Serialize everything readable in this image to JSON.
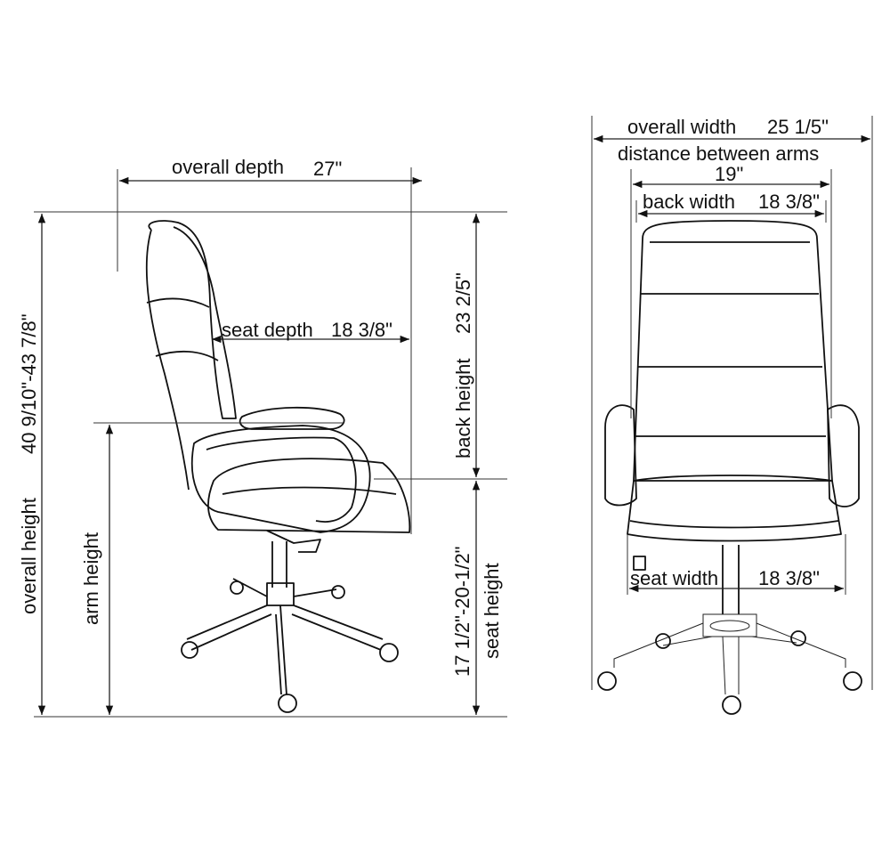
{
  "side_view": {
    "overall_depth": {
      "label": "overall depth",
      "value": "27\""
    },
    "overall_height": {
      "label": "overall height",
      "value": "40 9/10\"-43 7/8\""
    },
    "seat_depth": {
      "label": "seat depth",
      "value": "18 3/8\""
    },
    "back_height": {
      "label": "back height",
      "value": "23 2/5\""
    },
    "arm_height": {
      "label": "arm height"
    },
    "seat_height": {
      "label": "seat height",
      "value": "17 1/2\"-20-1/2\""
    }
  },
  "front_view": {
    "overall_width": {
      "label": "overall width",
      "value": "25 1/5\""
    },
    "distance_between_arms": {
      "label": "distance between arms",
      "value": "19\""
    },
    "back_width": {
      "label": "back width",
      "value": "18 3/8\""
    },
    "seat_width": {
      "label": "seat width",
      "value": "18 3/8\""
    }
  }
}
